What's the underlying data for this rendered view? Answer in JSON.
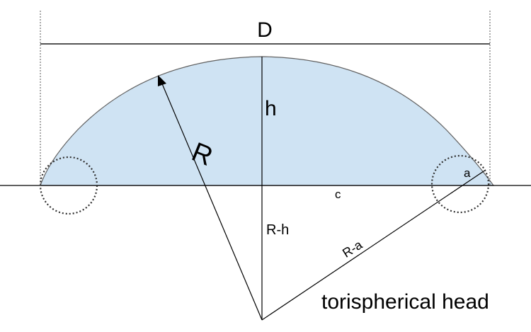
{
  "labels": {
    "diameter": "D",
    "height": "h",
    "radius": "R",
    "radius_minus_height": "R-h",
    "radius_minus_a": "R-a",
    "knuckle_radius": "a",
    "chord_offset": "c",
    "caption": "torispherical head"
  },
  "colors": {
    "fill": "#cfe3f3",
    "stroke": "#000000",
    "outline": "#606060",
    "dimension": "#555555"
  }
}
